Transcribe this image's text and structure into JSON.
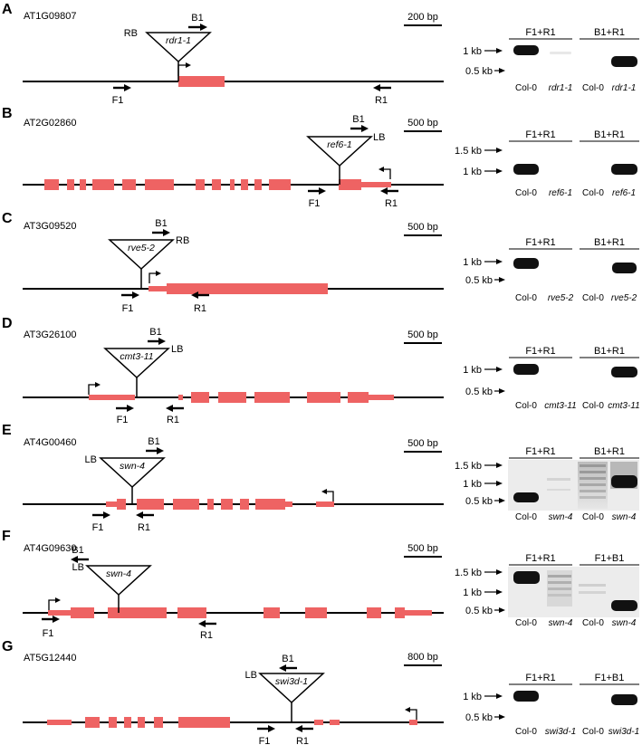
{
  "colors": {
    "exon": "#ee6363",
    "line": "#000000",
    "band": "#111111"
  },
  "panels": [
    {
      "letter": "A",
      "gene": "AT1G09807",
      "scale": "200 bp",
      "allele": "rdr1-1",
      "tdna_border": "RB",
      "primer_b": "B1",
      "primer_f": "F1",
      "primer_r": "R1",
      "gel": {
        "header_left": "F1+R1",
        "header_right": "B1+R1",
        "markers": [
          "1 kb",
          "0.5 kb"
        ],
        "lanes": [
          "Col-0",
          "rdr1-1",
          "Col-0",
          "rdr1-1"
        ]
      }
    },
    {
      "letter": "B",
      "gene": "AT2G02860",
      "scale": "500 bp",
      "allele": "ref6-1",
      "tdna_border": "LB",
      "primer_b": "B1",
      "primer_f": "F1",
      "primer_r": "R1",
      "gel": {
        "header_left": "F1+R1",
        "header_right": "B1+R1",
        "markers": [
          "1.5 kb",
          "1 kb"
        ],
        "lanes": [
          "Col-0",
          "ref6-1",
          "Col-0",
          "ref6-1"
        ]
      }
    },
    {
      "letter": "C",
      "gene": "AT3G09520",
      "scale": "500 bp",
      "allele": "rve5-2",
      "tdna_border": "RB",
      "primer_b": "B1",
      "primer_f": "F1",
      "primer_r": "R1",
      "gel": {
        "header_left": "F1+R1",
        "header_right": "B1+R1",
        "markers": [
          "1 kb",
          "0.5 kb"
        ],
        "lanes": [
          "Col-0",
          "rve5-2",
          "Col-0",
          "rve5-2"
        ]
      }
    },
    {
      "letter": "D",
      "gene": "AT3G26100",
      "scale": "500 bp",
      "allele": "cmt3-11",
      "tdna_border": "LB",
      "primer_b": "B1",
      "primer_f": "F1",
      "primer_r": "R1",
      "gel": {
        "header_left": "F1+R1",
        "header_right": "B1+R1",
        "markers": [
          "1 kb",
          "0.5 kb"
        ],
        "lanes": [
          "Col-0",
          "cmt3-11",
          "Col-0",
          "cmt3-11"
        ]
      }
    },
    {
      "letter": "E",
      "gene": "AT4G00460",
      "scale": "500 bp",
      "allele": "swn-4",
      "tdna_border": "LB",
      "primer_b": "B1",
      "primer_f": "F1",
      "primer_r": "R1",
      "gel": {
        "header_left": "F1+R1",
        "header_right": "B1+R1",
        "markers": [
          "1.5 kb",
          "1 kb",
          "0.5 kb"
        ],
        "lanes": [
          "Col-0",
          "swn-4",
          "Col-0",
          "swn-4"
        ]
      }
    },
    {
      "letter": "F",
      "gene": "AT4G09630",
      "scale": "500 bp",
      "allele": "swn-4",
      "tdna_border": "LB",
      "primer_b": "B1",
      "primer_f": "F1",
      "primer_r": "R1",
      "gel": {
        "header_left": "F1+R1",
        "header_right": "F1+B1",
        "markers": [
          "1.5 kb",
          "1 kb",
          "0.5 kb"
        ],
        "lanes": [
          "Col-0",
          "swn-4",
          "Col-0",
          "swn-4"
        ]
      }
    },
    {
      "letter": "G",
      "gene": "AT5G12440",
      "scale": "800 bp",
      "allele": "swi3d-1",
      "tdna_border": "LB",
      "primer_b": "B1",
      "primer_f": "F1",
      "primer_r": "R1",
      "gel": {
        "header_left": "F1+R1",
        "header_right": "F1+B1",
        "markers": [
          "1 kb",
          "0.5 kb"
        ],
        "lanes": [
          "Col-0",
          "swi3d-1",
          "Col-0",
          "swi3d-1"
        ]
      }
    }
  ]
}
